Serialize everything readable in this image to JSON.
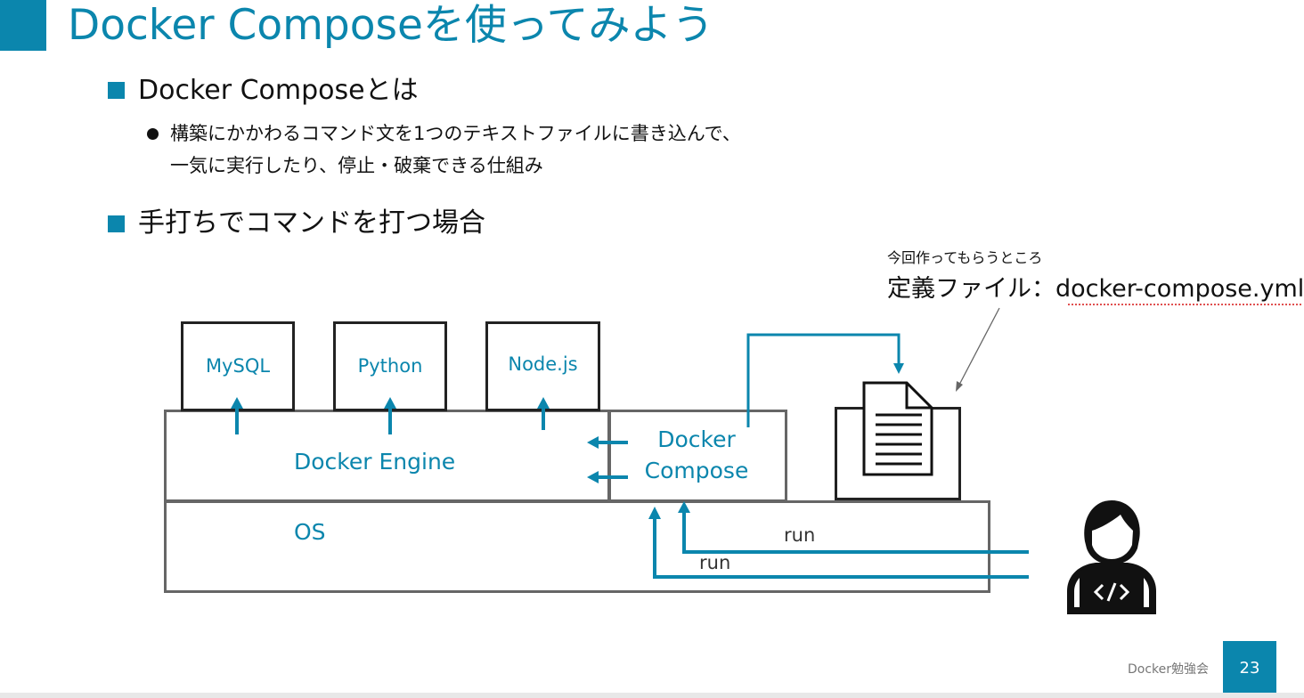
{
  "slide": {
    "title": "Docker Composeを使ってみよう",
    "heading1": "Docker Composeとは",
    "bullet_line1": "構築にかかわるコマンド文を1つのテキストファイルに書き込んで、",
    "bullet_line2": "一気に実行したり、停止・破棄できる仕組み",
    "heading2": "手打ちでコマンドを打つ場合"
  },
  "annotation": {
    "small": "今回作ってもらうところ",
    "definition": "定義ファイル：docker-compose.yml"
  },
  "diagram": {
    "containers": [
      "MySQL",
      "Python",
      "Node.js"
    ],
    "engine": "Docker Engine",
    "compose_line1": "Docker",
    "compose_line2": "Compose",
    "os": "OS",
    "run1": "run",
    "run2": "run"
  },
  "icons": {
    "document": "document-icon",
    "user": "developer-user-icon",
    "code": "code-icon"
  },
  "footer": {
    "label": "Docker勉強会",
    "page": "23"
  },
  "colors": {
    "accent": "#0b86ad",
    "text": "#111111",
    "border": "#222222"
  }
}
